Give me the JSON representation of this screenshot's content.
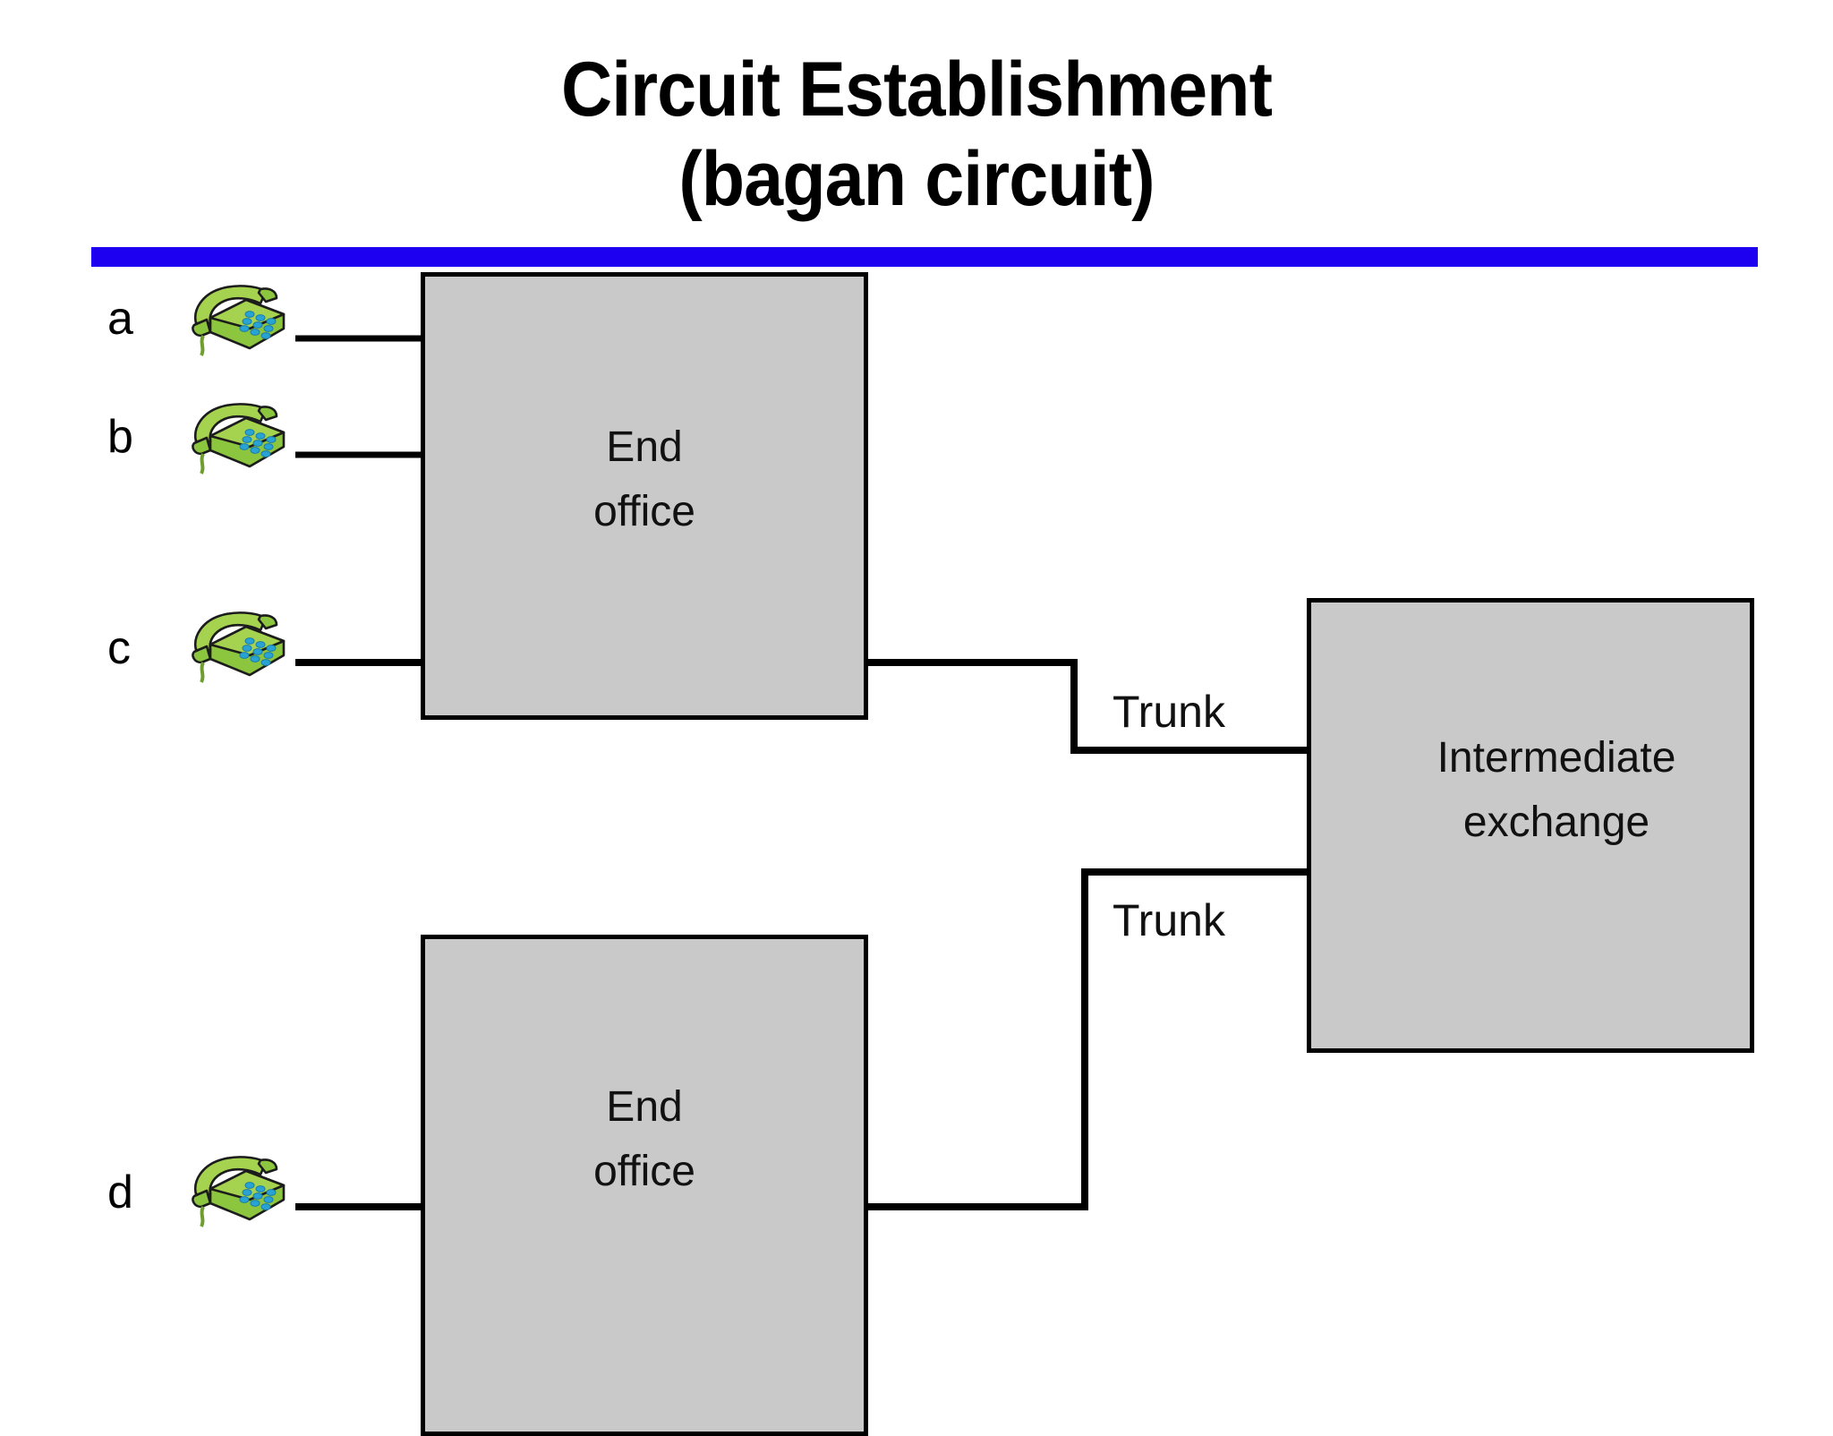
{
  "slide": {
    "title_line_1": "Circuit Establishment",
    "title_line_2": "(bagan circuit)",
    "rule_color": "#1d00f0",
    "background": "#ffffff"
  },
  "diagram": {
    "type": "network-diagram",
    "box_fill": "#c9c9c9",
    "box_stroke": "#000000",
    "phone_color": "#8cc63f",
    "phone_keypad_color": "#29a3d4",
    "nodes": [
      {
        "id": "end-office-top",
        "label_line_1": "End",
        "label_line_2": "office"
      },
      {
        "id": "end-office-bottom",
        "label_line_1": "End",
        "label_line_2": "office"
      },
      {
        "id": "intermediate-exchange",
        "label_line_1": "Intermediate",
        "label_line_2": "exchange"
      }
    ],
    "subscribers": [
      {
        "id": "a",
        "label": "a",
        "icon": "telephone-icon"
      },
      {
        "id": "b",
        "label": "b",
        "icon": "telephone-icon"
      },
      {
        "id": "c",
        "label": "c",
        "icon": "telephone-icon"
      },
      {
        "id": "d",
        "label": "d",
        "icon": "telephone-icon"
      }
    ],
    "links": [
      {
        "id": "trunk-upper",
        "label": "Trunk"
      },
      {
        "id": "trunk-lower",
        "label": "Trunk"
      }
    ],
    "connections": [
      {
        "from": "a",
        "to": "end-office-top",
        "style": "solid"
      },
      {
        "from": "b",
        "to": "end-office-top",
        "style": "solid"
      },
      {
        "from": "a",
        "to": "b",
        "style": "dashed-arc",
        "inside": "end-office-top"
      },
      {
        "from": "c",
        "to": "end-office-top",
        "style": "solid"
      },
      {
        "from": "c",
        "to": "trunk-upper",
        "style": "dashed-through",
        "inside": "end-office-top"
      },
      {
        "from": "trunk-upper",
        "to": "intermediate-exchange",
        "style": "solid"
      },
      {
        "from": "d",
        "to": "end-office-bottom",
        "style": "solid"
      },
      {
        "from": "d",
        "to": "trunk-lower",
        "style": "dashed-through",
        "inside": "end-office-bottom"
      },
      {
        "from": "trunk-lower",
        "to": "intermediate-exchange",
        "style": "solid"
      },
      {
        "from": "trunk-upper",
        "to": "trunk-lower",
        "style": "dashed-arc",
        "inside": "intermediate-exchange"
      }
    ]
  }
}
